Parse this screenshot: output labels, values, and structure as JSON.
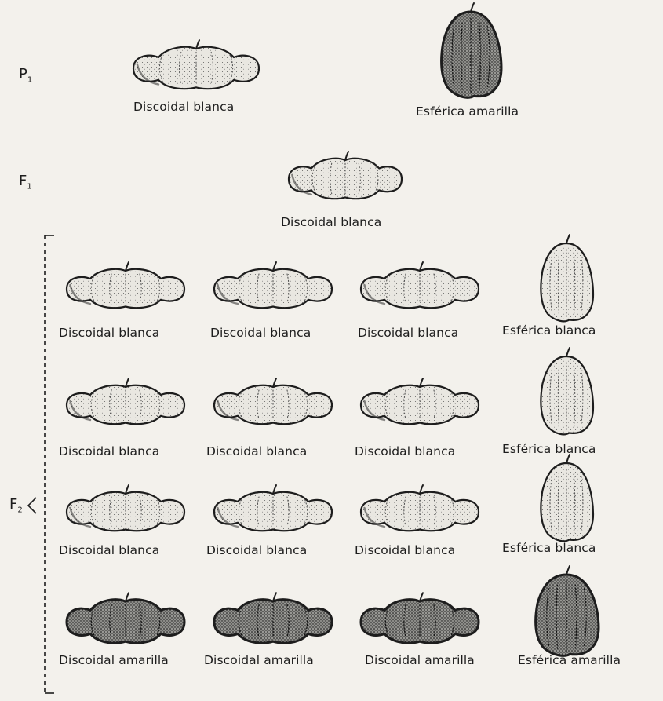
{
  "generations": {
    "p1": {
      "main": "P",
      "sub": "1"
    },
    "f1": {
      "main": "F",
      "sub": "1"
    },
    "f2": {
      "main": "F",
      "sub": "2"
    }
  },
  "p1_fruits": [
    {
      "shape": "discoidal",
      "color": "blanca",
      "label": "Discoidal blanca"
    },
    {
      "shape": "esferica",
      "color": "amarilla",
      "label": "Esférica amarilla"
    }
  ],
  "f1_fruits": [
    {
      "shape": "discoidal",
      "color": "blanca",
      "label": "Discoidal blanca"
    }
  ],
  "f2_grid": [
    [
      {
        "shape": "discoidal",
        "color": "blanca",
        "label": "Discoidal blanca"
      },
      {
        "shape": "discoidal",
        "color": "blanca",
        "label": "Discoidal blanca"
      },
      {
        "shape": "discoidal",
        "color": "blanca",
        "label": "Discoidal blanca"
      },
      {
        "shape": "esferica",
        "color": "blanca",
        "label": "Esférica blanca"
      }
    ],
    [
      {
        "shape": "discoidal",
        "color": "blanca",
        "label": "Discoidal blanca"
      },
      {
        "shape": "discoidal",
        "color": "blanca",
        "label": "Discoidal blanca"
      },
      {
        "shape": "discoidal",
        "color": "blanca",
        "label": "Discoidal blanca"
      },
      {
        "shape": "esferica",
        "color": "blanca",
        "label": "Esférica blanca"
      }
    ],
    [
      {
        "shape": "discoidal",
        "color": "blanca",
        "label": "Discoidal blanca"
      },
      {
        "shape": "discoidal",
        "color": "blanca",
        "label": "Discoidal blanca"
      },
      {
        "shape": "discoidal",
        "color": "blanca",
        "label": "Discoidal blanca"
      },
      {
        "shape": "esferica",
        "color": "blanca",
        "label": "Esférica blanca"
      }
    ],
    [
      {
        "shape": "discoidal",
        "color": "amarilla",
        "label": "Discoidal amarilla"
      },
      {
        "shape": "discoidal",
        "color": "amarilla",
        "label": "Discoidal amarilla"
      },
      {
        "shape": "discoidal",
        "color": "amarilla",
        "label": "Discoidal amarilla"
      },
      {
        "shape": "esferica",
        "color": "amarilla",
        "label": "Esférica amarilla"
      }
    ]
  ],
  "colors": {
    "background": "#f3f1ec",
    "ink": "#1d1d1d",
    "blanca_fill": "#e9e7e1",
    "amarilla_fill": "#7b7b77"
  }
}
